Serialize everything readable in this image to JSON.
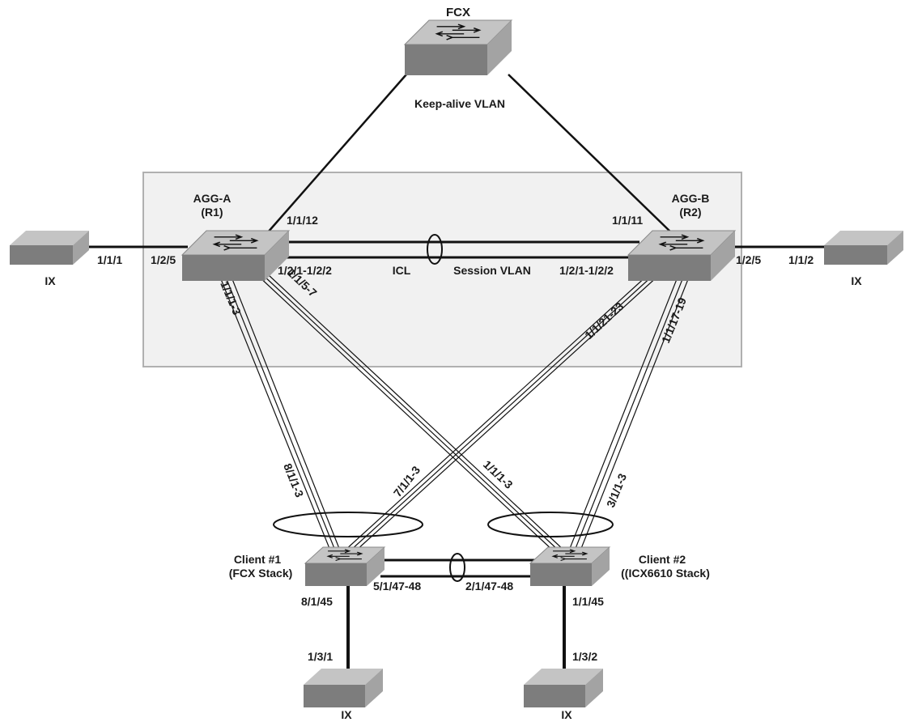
{
  "devices": {
    "fcx_top": "FCX",
    "agg_a": {
      "name": "AGG-A",
      "role": "(R1)"
    },
    "agg_b": {
      "name": "AGG-B",
      "role": "(R2)"
    },
    "client1": {
      "name": "Client #1",
      "desc": "(FCX Stack)"
    },
    "client2": {
      "name": "Client #2",
      "desc": "((ICX6610 Stack)"
    },
    "ix_left": "IX",
    "ix_right": "IX",
    "ix_bottom_left": "IX",
    "ix_bottom_right": "IX"
  },
  "links": {
    "keepalive": "Keep-alive VLAN",
    "icl": "ICL",
    "session_vlan": "Session VLAN"
  },
  "ports": {
    "agg_a_up": "1/1/12",
    "agg_b_up": "1/1/11",
    "ix_left_port": "1/1/1",
    "agg_a_left": "1/2/5",
    "agg_a_icl": "1/2/1-1/2/2",
    "agg_b_icl": "1/2/1-1/2/2",
    "agg_b_right": "1/2/5",
    "ix_right_port": "1/1/2",
    "agg_a_c1": "1/1/1-3",
    "agg_a_c2": "1/1/5-7",
    "agg_b_c1": "1/1/21-23",
    "agg_b_c2": "1/1/17-19",
    "c1_agg_a": "8/1/1-3",
    "c1_agg_b": "7/1/1-3",
    "c2_agg_a": "1/1/1-3",
    "c2_agg_b": "3/1/1-3",
    "c1_interstack": "5/1/47-48",
    "c2_interstack": "2/1/47-48",
    "c1_down": "8/1/45",
    "c2_down": "1/1/45",
    "ix_bl_port": "1/3/1",
    "ix_br_port": "1/3/2"
  },
  "colors": {
    "switch_top": "#c4c4c4",
    "switch_front": "#7d7d7d",
    "switch_side": "#a3a3a3",
    "mct_box_fill": "#f1f1f1",
    "mct_box_stroke": "#b0b0b0"
  }
}
